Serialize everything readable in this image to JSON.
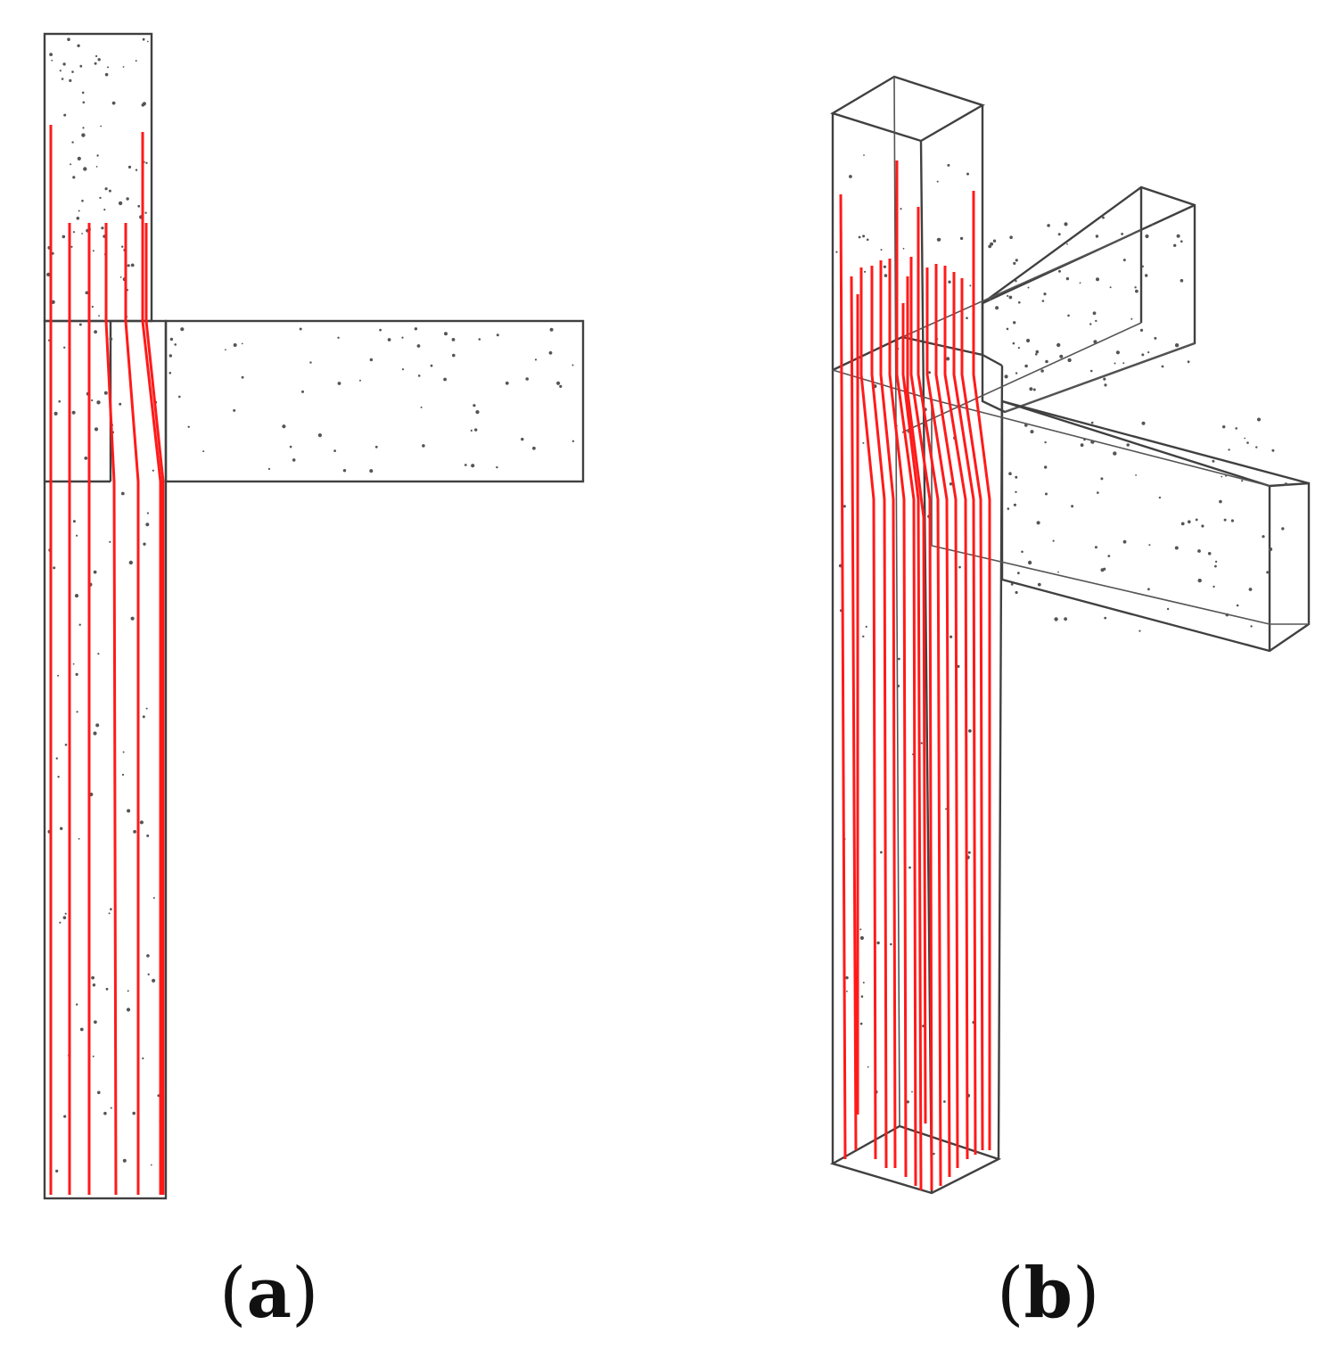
{
  "figure": {
    "panels": [
      {
        "id": "a",
        "label": "a",
        "view": "elevation"
      },
      {
        "id": "b",
        "view": "isometric",
        "label": "b"
      }
    ],
    "colors": {
      "reinforcement": "#ff1a1a",
      "concrete_outline": "#404040",
      "aggregate_dots": "#555555",
      "background": "#ffffff"
    }
  }
}
